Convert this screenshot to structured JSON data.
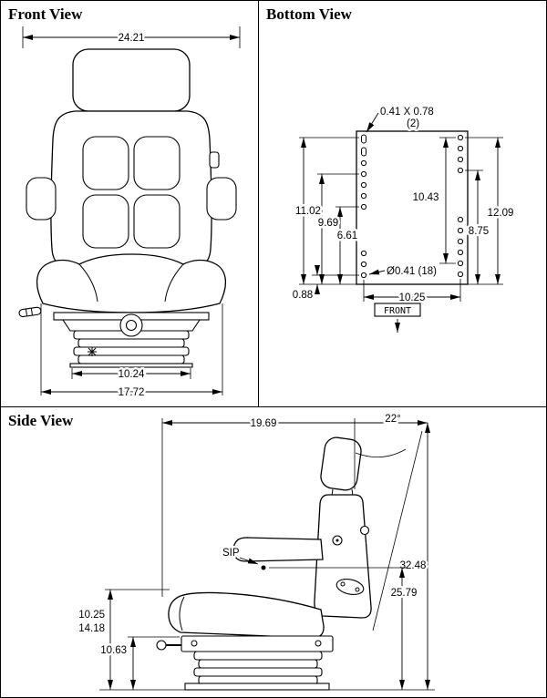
{
  "front_view": {
    "title": "Front View",
    "dim_overall_width": "24.21",
    "dim_base_width": "10.24",
    "dim_frame_width": "17.72"
  },
  "bottom_view": {
    "title": "Bottom View",
    "slot_label": "0.41 X 0.78",
    "slot_count": "(2)",
    "dim_left_outer": "11.02",
    "dim_left_mid": "9.69",
    "dim_left_inner": "6.61",
    "dim_right_inner": "10.43",
    "dim_right_outer": "12.09",
    "dim_right_mid": "8.75",
    "hole_label": "Ø0.41 (18)",
    "dim_bottom_offset": "0.88",
    "dim_hole_span": "10.25",
    "front_label": "FRONT"
  },
  "side_view": {
    "title": "Side View",
    "dim_depth": "19.69",
    "dim_back_angle": "22°",
    "sip_label": "SIP",
    "dim_total_height": "32.48",
    "dim_sip_height": "25.79",
    "dim_min_height": "10.25",
    "dim_max_height": "14.18",
    "dim_collapsed_height": "10.63"
  }
}
